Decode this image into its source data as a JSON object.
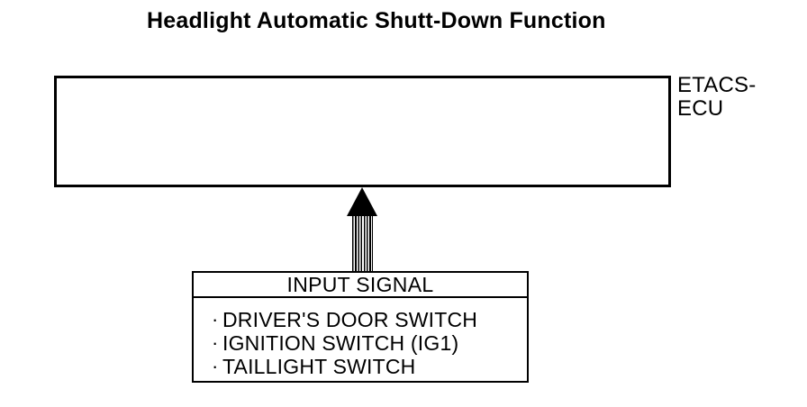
{
  "page": {
    "title": "Headlight Automatic Shutt-Down Function"
  },
  "ecu_box": {
    "label": "ETACS-\nECU"
  },
  "arrow": {
    "icon": "up-arrow",
    "style": "solid-head-striped-shaft"
  },
  "input_box": {
    "header": "INPUT SIGNAL",
    "bullet": "·",
    "items": [
      "DRIVER'S DOOR SWITCH",
      "IGNITION SWITCH (IG1)",
      "TAILLIGHT SWITCH"
    ]
  },
  "colors": {
    "line": "#000000",
    "text": "#000000",
    "background": "#ffffff"
  }
}
